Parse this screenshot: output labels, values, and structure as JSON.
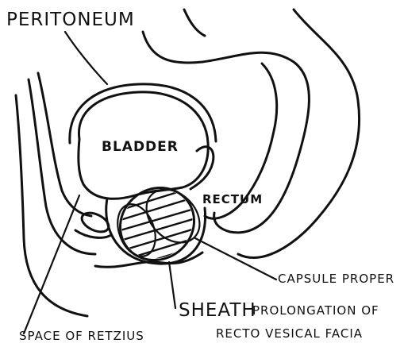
{
  "labels": {
    "peritoneum": "PERITONEUM",
    "bladder": "BLADDER",
    "rectum": "RECTUM",
    "capsule": "CAPSULE PROPER",
    "sheath": "SHEATH",
    "prolongation": "PROLONGATION OF",
    "recto_vesical": "RECTO VESICAL FACIA",
    "retzius": "SPACE OF RETZIUS"
  },
  "colors": {
    "ink": "#111111",
    "paper": "#ffffff"
  }
}
